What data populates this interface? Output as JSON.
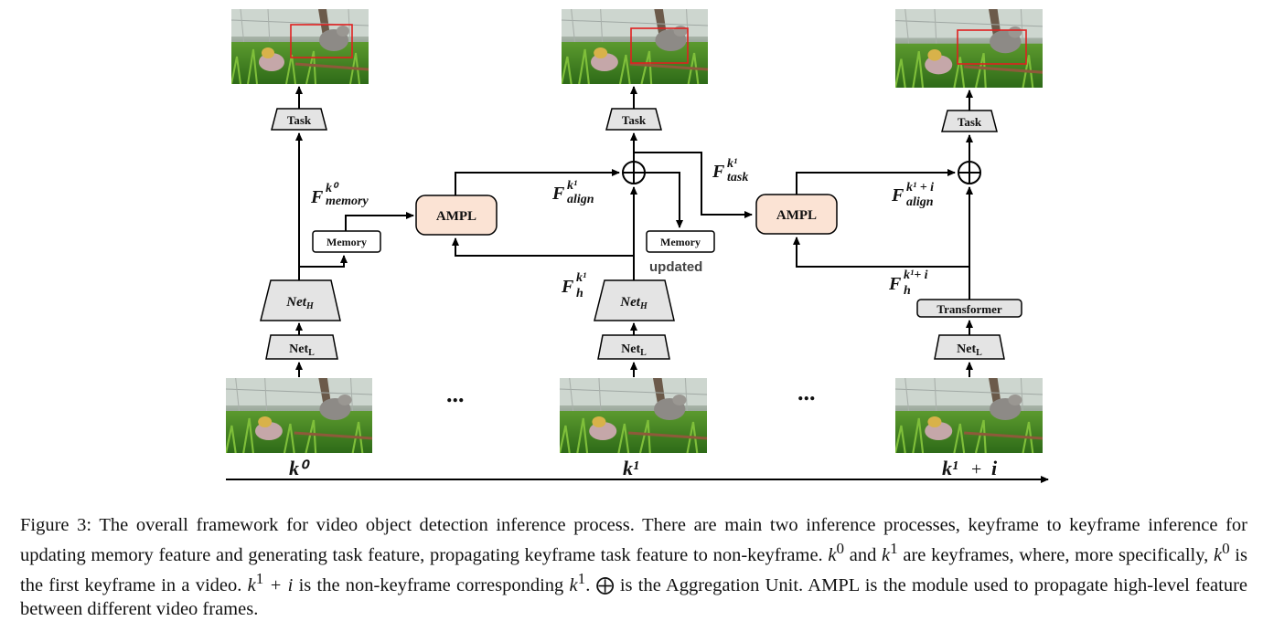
{
  "frames": {
    "k0_label": "k⁰",
    "k1_label": "k¹",
    "k1i_label_base": "k¹",
    "k1i_label_plus": "+",
    "k1i_label_i": "i",
    "ellipsis": "..."
  },
  "blocks": {
    "task": "Task",
    "net_h_base": "Net",
    "net_h_sub": "H",
    "net_l_base": "Net",
    "net_l_sub": "L",
    "memory": "Memory",
    "memory_updated": "updated",
    "ampl": "AMPL",
    "transformer": "Transformer"
  },
  "features": {
    "memory_label": {
      "base": "F",
      "sup": "k⁰",
      "sub": "memory"
    },
    "align1_label": {
      "base": "F",
      "sup": "k¹",
      "sub": "align"
    },
    "task1_label": {
      "base": "F",
      "sup": "k¹",
      "sub": "task"
    },
    "align_i_label": {
      "base": "F",
      "sup": "k¹ + i",
      "sub": "align"
    },
    "h1_label": {
      "base": "F",
      "sup": "k¹",
      "sub": "h"
    },
    "h_i_label": {
      "base": "F",
      "sup": "k¹+ i",
      "sub": "h"
    }
  },
  "caption": {
    "prefix": "Figure 3:",
    "t1": " The overall framework for video object detection inference process. There are main two inference processes, keyframe to keyframe inference for updating memory feature and generating task feature, propagating keyframe task feature to non-keyframe. ",
    "k0": "k",
    "k0_sup": "0",
    "and": " and ",
    "k1": "k",
    "k1_sup": "1",
    "t2": " are keyframes, where, more specifically, ",
    "t3": " is the first keyframe in a video. ",
    "k1i_tail": " + i",
    "t4": " is the non-keyframe corresponding ",
    "t5": ". ",
    "oplus": "⨁",
    "t6": " is the Aggregation Unit. AMPL is the module used to propagate high-level feature between different video frames."
  },
  "colors": {
    "ampl_fill": "#fbe3d4",
    "block_fill": "#e4e4e4",
    "bbox": "#e02020",
    "line": "#000000"
  }
}
